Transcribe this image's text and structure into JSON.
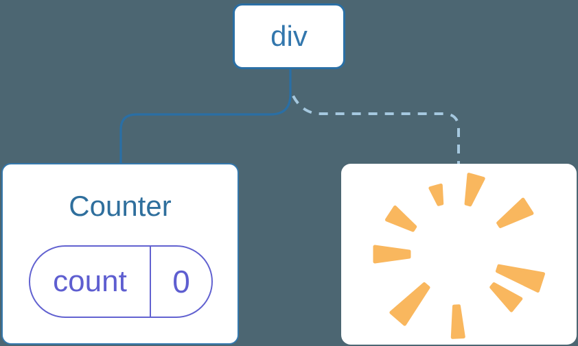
{
  "diagram": {
    "root": {
      "label": "div"
    },
    "counter": {
      "title": "Counter",
      "state": {
        "name": "count",
        "value": "0"
      }
    },
    "poof": {
      "icon": "poof-starburst-icon"
    }
  },
  "colors": {
    "background": "#4c6672",
    "card": "#ffffff",
    "node_border": "#2a6fa5",
    "node_text": "#3377ad",
    "component_border": "#3478ad",
    "component_title": "#2f6f9d",
    "solid_edge": "#2a6fa5",
    "dashed_edge": "#a5c8df",
    "state_accent": "#6161d0",
    "state_text": "#5e5ed0",
    "poof_orange": "#f9b75e"
  }
}
